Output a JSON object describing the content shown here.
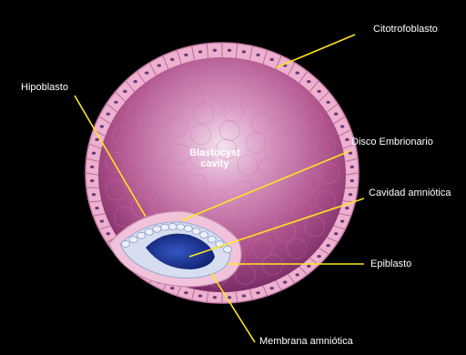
{
  "diagram": {
    "labels": {
      "citotrofoblasto": "Citotrofoblasto",
      "hipoblasto": "Hipoblasto",
      "blastocyst_cavity_line1": "Blastocyst",
      "blastocyst_cavity_line2": "cavity",
      "disco_embrionario": "Disco Embrionario",
      "cavidad_amniotica": "Cavidad amniótica",
      "epiblasto": "Epiblasto",
      "membrana_amniotica": "Membrana amniótica"
    },
    "colors": {
      "background": "#000000",
      "trophoblast_outer": "#e8a3c4",
      "trophoblast_inner": "#c77aa3",
      "cavity": "#b3568f",
      "cavity_highlight": "#f2d9ec",
      "amniotic_cavity": "#1a2f8f",
      "epiblast": "#cfd9ee",
      "hypoblast": "#f2c7dc",
      "leader_line": "#ffe51f",
      "text": "#ffffff"
    }
  }
}
